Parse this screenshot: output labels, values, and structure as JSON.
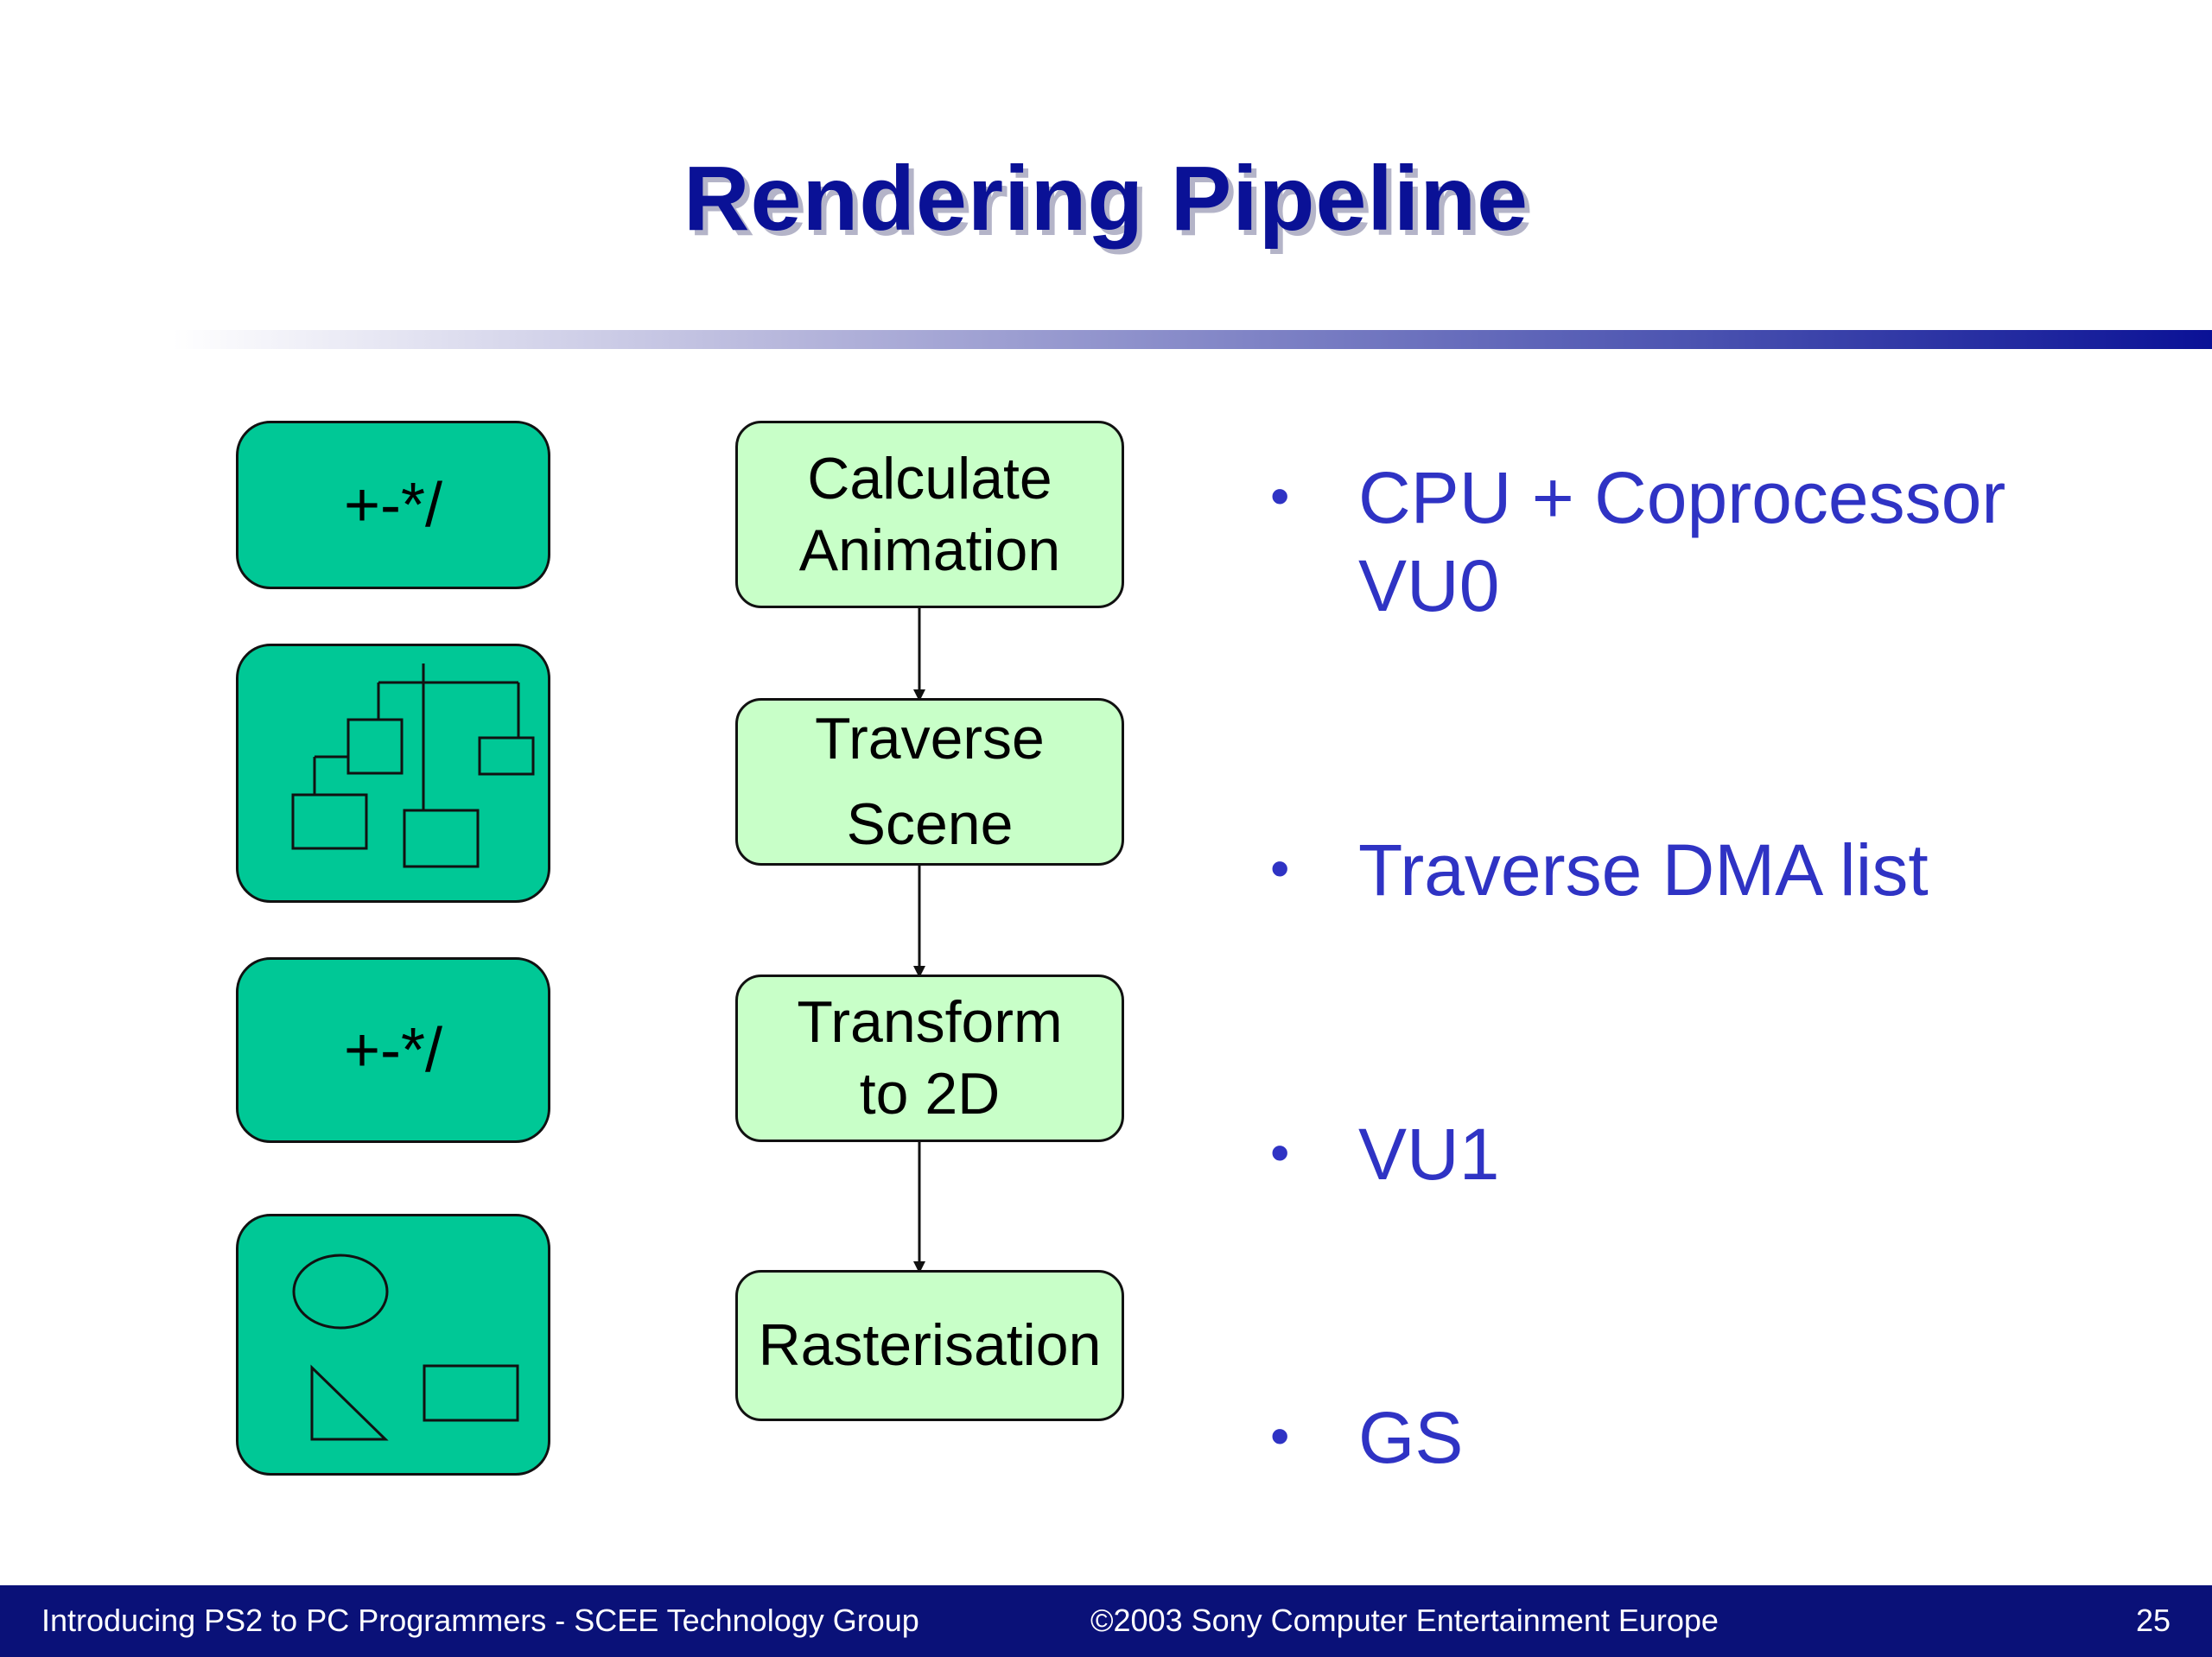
{
  "slide": {
    "title": "Rendering Pipeline",
    "page_number": "25"
  },
  "icons": [
    {
      "name": "math-operators-icon",
      "text": "+-*/"
    },
    {
      "name": "scene-hierarchy-icon"
    },
    {
      "name": "math-operators-icon",
      "text": "+-*/"
    },
    {
      "name": "primitive-shapes-icon"
    }
  ],
  "pipeline": {
    "steps": [
      {
        "line1": "Calculate",
        "line2": "Animation"
      },
      {
        "line1": "Traverse",
        "line2": "Scene"
      },
      {
        "line1": "Transform",
        "line2": "to 2D"
      },
      {
        "line1": "Rasterisation",
        "line2": ""
      }
    ]
  },
  "bullets": {
    "items": [
      {
        "marker": "•",
        "line1": "CPU + Coprocessor",
        "line2": "VU0"
      },
      {
        "marker": "•",
        "line1": "Traverse DMA list",
        "line2": ""
      },
      {
        "marker": "•",
        "line1": "VU1",
        "line2": ""
      },
      {
        "marker": "•",
        "line1": "GS",
        "line2": ""
      }
    ]
  },
  "footer": {
    "left": "Introducing PS2 to PC Programmers  - SCEE Technology Group",
    "center": "©2003 Sony Computer Entertainment Europe",
    "right": "25"
  },
  "colors": {
    "title": "#0a1196",
    "icon_box": "#00c896",
    "step_box": "#c8ffc8",
    "bullet_text": "#2f33c4",
    "footer_bar": "#0a1178"
  }
}
